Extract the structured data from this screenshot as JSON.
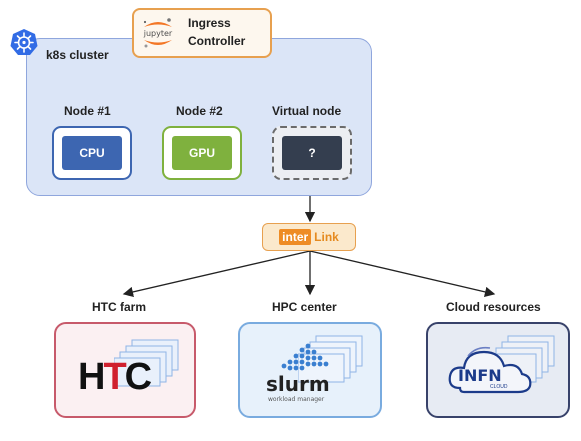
{
  "cluster": {
    "label": "k8s cluster",
    "logo_icon": "kubernetes-helm-icon",
    "color": "#326ce5"
  },
  "ingress": {
    "logo_text": "jupyter",
    "logo_icon": "jupyter-icon",
    "line1": "Ingress",
    "line2": "Controller"
  },
  "nodes": [
    {
      "label": "Node #1",
      "chip": "CPU",
      "color": "#3d66b1"
    },
    {
      "label": "Node #2",
      "chip": "GPU",
      "color": "#7fb13e"
    },
    {
      "label": "Virtual node",
      "chip": "?",
      "color": "#343e4f"
    }
  ],
  "interlink": {
    "part1": "inter",
    "part2": "Link",
    "color": "#ee8c25"
  },
  "resources": [
    {
      "label": "HTC farm",
      "logo_text": "HTC",
      "logo_icon": "htc-logo",
      "color": "#c75a6b"
    },
    {
      "label": "HPC center",
      "logo_text": "slurm",
      "logo_sub": "workload manager",
      "logo_icon": "slurm-logo",
      "color": "#79abdf"
    },
    {
      "label": "Cloud resources",
      "logo_text": "INFN",
      "logo_sub": "CLOUD",
      "logo_icon": "infn-cloud-logo",
      "color": "#38426a"
    }
  ]
}
